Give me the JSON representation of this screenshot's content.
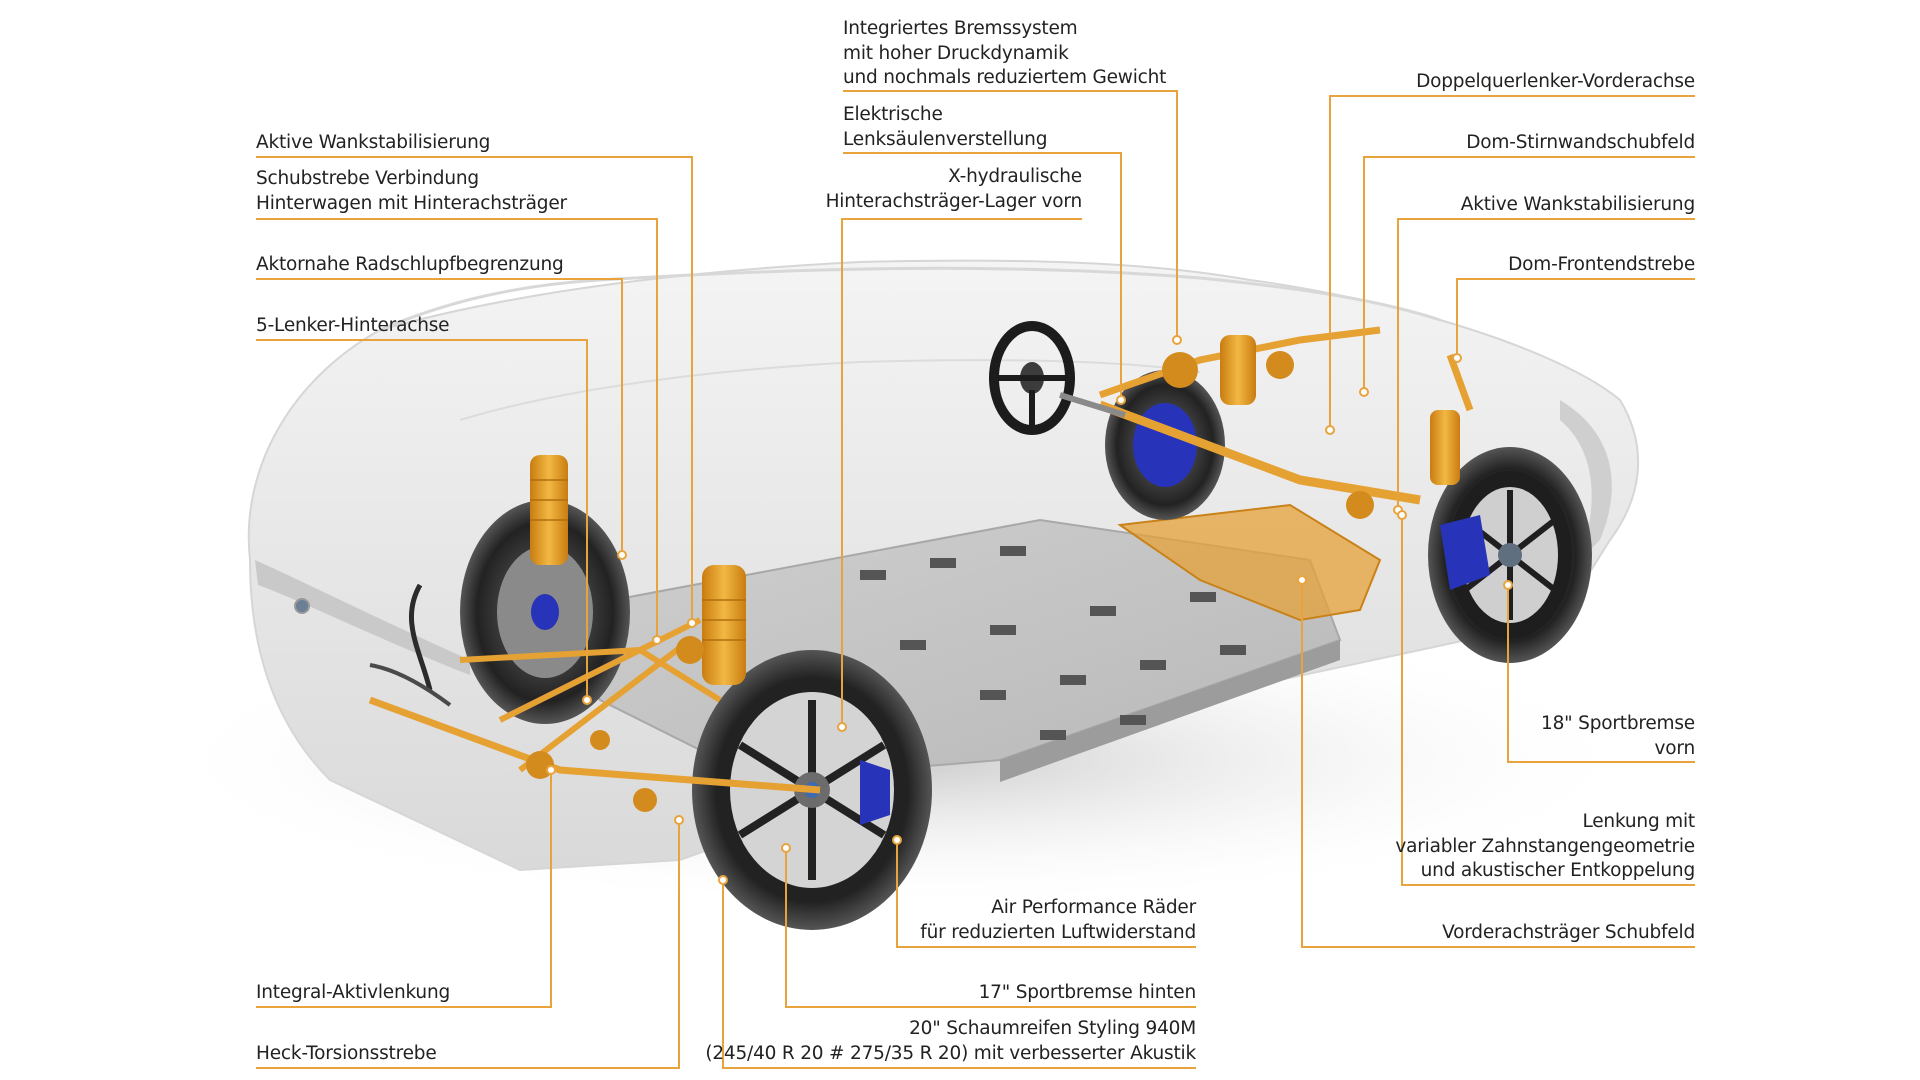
{
  "colors": {
    "callout_line": "#e8a33c",
    "label_text": "#222222",
    "chassis_highlight": "#e39a1e",
    "brake_caliper": "#2733b8",
    "car_body": "#e7e7e7"
  },
  "labels": {
    "aktive_wankstabilisierung_hinten": [
      "Aktive Wankstabilisierung"
    ],
    "schubstrebe": [
      "Schubstrebe Verbindung",
      "Hinterwagen mit Hinterachsträger"
    ],
    "radschlupf": [
      "Aktornahe Radschlupfbegrenzung"
    ],
    "hinterachse": [
      "5-Lenker-Hinterachse"
    ],
    "integral": [
      "Integral-Aktivlenkung"
    ],
    "torsionsstrebe": [
      "Heck-Torsionsstrebe"
    ],
    "bremssystem": [
      "Integriertes Bremssystem",
      "mit hoher Druckdynamik",
      "und nochmals reduziertem Gewicht"
    ],
    "lenksaeule": [
      "Elektrische",
      "Lenksäulenverstellung"
    ],
    "x_hydraulisch": [
      "X-hydraulische",
      "Hinterachsträger-Lager vorn"
    ],
    "vorderachse": [
      "Doppelquerlenker-Vorderachse"
    ],
    "stirnwand": [
      "Dom-Stirnwandschubfeld"
    ],
    "aktive_wankstabilisierung_vorn": [
      "Aktive Wankstabilisierung"
    ],
    "frontendstrebe": [
      "Dom-Frontendstrebe"
    ],
    "sportbremse_vorn": [
      "18\" Sportbremse",
      "vorn"
    ],
    "lenkung": [
      "Lenkung mit",
      "variabler Zahnstangengeometrie",
      "und akustischer Entkoppelung"
    ],
    "schubfeld": [
      "Vorderachsträger Schubfeld"
    ],
    "raeder": [
      "Air Performance Räder",
      "für reduzierten Luftwiderstand"
    ],
    "sportbremse_hinten": [
      "17\" Sportbremse hinten"
    ],
    "schaumreifen": [
      "20\" Schaumreifen Styling 940M",
      "(245/40 R 20 # 275/35 R 20) mit verbesserter Akustik"
    ]
  }
}
